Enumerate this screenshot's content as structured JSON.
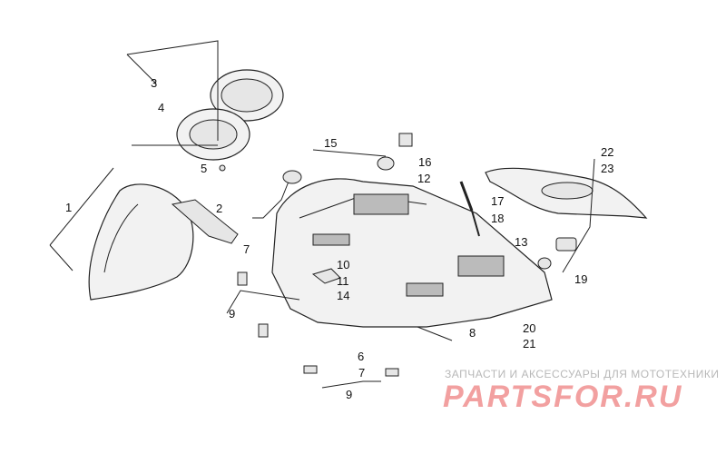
{
  "callouts": {
    "n1": "1",
    "n2": "2",
    "n3": "3",
    "n4": "4",
    "n5": "5",
    "n6": "6",
    "n7a": "7",
    "n7b": "7",
    "n8": "8",
    "n9a": "9",
    "n9b": "9",
    "n10": "10",
    "n11": "11",
    "n12": "12",
    "n13": "13",
    "n14": "14",
    "n15": "15",
    "n16": "16",
    "n17": "17",
    "n18": "18",
    "n19": "19",
    "n20": "20",
    "n21": "21",
    "n22": "22",
    "n23": "23"
  },
  "watermark": {
    "subtitle": "ЗАПЧАСТИ И АКСЕССУАРЫ ДЛЯ МОТОТЕХНИКИ",
    "logo": "PARTSFOR.RU",
    "logo_color": "#f2a0a0"
  }
}
